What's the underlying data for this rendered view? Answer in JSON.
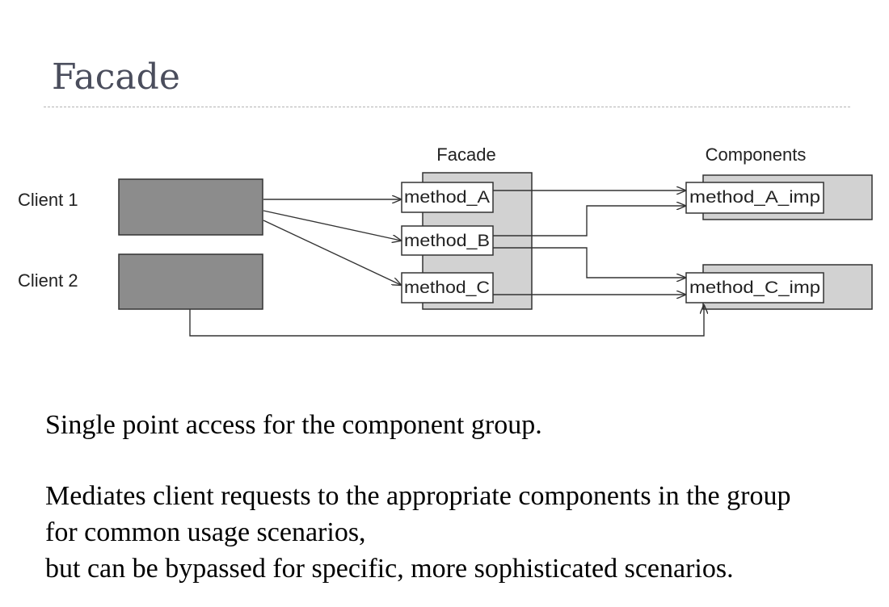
{
  "slide": {
    "title": "Facade"
  },
  "diagram": {
    "facade_label": "Facade",
    "components_label": "Components",
    "clients": [
      {
        "label": "Client 1"
      },
      {
        "label": "Client 2"
      }
    ],
    "facade_methods": [
      {
        "label": "method_A"
      },
      {
        "label": "method_B"
      },
      {
        "label": "method_C"
      }
    ],
    "component_methods": [
      {
        "label": "method_A_imp"
      },
      {
        "label": "method_C_imp"
      }
    ],
    "connections": [
      {
        "from": "Client 1",
        "to": "method_A"
      },
      {
        "from": "Client 1",
        "to": "method_B"
      },
      {
        "from": "Client 1",
        "to": "method_C"
      },
      {
        "from": "method_A",
        "to": "method_A_imp"
      },
      {
        "from": "method_B",
        "to": "method_A_imp"
      },
      {
        "from": "method_B",
        "to": "method_C_imp"
      },
      {
        "from": "method_C",
        "to": "method_C_imp"
      },
      {
        "from": "Client 2",
        "to": "method_C_imp"
      }
    ],
    "colors": {
      "client_fill": "#8c8c8c",
      "panel_fill": "#d2d2d2",
      "method_fill": "#ffffff",
      "line": "#333333"
    }
  },
  "body": {
    "line1": "Single point access for the component group.",
    "line2": "Mediates client requests to the appropriate components in the group",
    "line3": "for common usage scenarios,",
    "line4": "but can be bypassed for specific, more sophisticated scenarios."
  }
}
